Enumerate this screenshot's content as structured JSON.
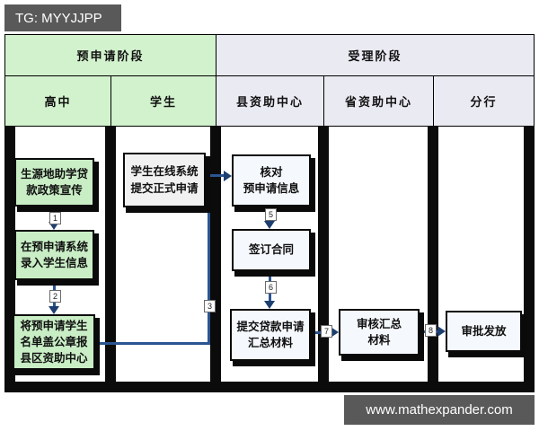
{
  "badge": "TG: MYYJJPP",
  "watermark": "www.mathexpander.com",
  "stages": [
    {
      "label": "预申请阶段",
      "columns": 2,
      "color": "#d2f2cd"
    },
    {
      "label": "受理阶段",
      "columns": 3,
      "color": "#eaeaf3"
    }
  ],
  "lanes": [
    {
      "label": "高中",
      "color": "#d2f2cd"
    },
    {
      "label": "学生",
      "color": "#d2f2cd"
    },
    {
      "label": "县资助中心",
      "color": "#eaeaf3"
    },
    {
      "label": "省资助中心",
      "color": "#eaeaf3"
    },
    {
      "label": "分行",
      "color": "#eaeaf3"
    }
  ],
  "nodes": [
    {
      "id": "policy-promotion",
      "lane": "高中",
      "text": "生源地助学贷\n款政策宣传",
      "fill": "#c9eec5"
    },
    {
      "id": "enter-student-info",
      "lane": "高中",
      "text": "在预申请系统\n录入学生信息",
      "fill": "#c9eec5"
    },
    {
      "id": "report-stamped-list",
      "lane": "高中",
      "text": "将预申请学生\n名单盖公章报\n县区资助中心",
      "fill": "#c9eec5"
    },
    {
      "id": "student-online-apply",
      "lane": "学生",
      "text": "学生在线系统\n提交正式申请",
      "fill": "#f1f1f1"
    },
    {
      "id": "verify-preapplication",
      "lane": "县资助中心",
      "text": "核对\n预申请信息",
      "fill": "#f5f8fc"
    },
    {
      "id": "sign-contract",
      "lane": "县资助中心",
      "text": "签订合同",
      "fill": "#f5f8fc"
    },
    {
      "id": "submit-loan-materials",
      "lane": "县资助中心",
      "text": "提交贷款申请\n汇总材料",
      "fill": "#f5f8fc"
    },
    {
      "id": "review-materials",
      "lane": "省资助中心",
      "text": "审核汇总\n材料",
      "fill": "#f5f8fc"
    },
    {
      "id": "approve-disburse",
      "lane": "分行",
      "text": "审批发放",
      "fill": "#f5f8fc"
    }
  ],
  "connectors": [
    {
      "from": "policy-promotion",
      "to": "enter-student-info",
      "label": "1"
    },
    {
      "from": "enter-student-info",
      "to": "report-stamped-list",
      "label": "2"
    },
    {
      "from": "report-stamped-list",
      "to": "verify-preapplication",
      "label": "3"
    },
    {
      "from": "student-online-apply",
      "to": "verify-preapplication",
      "label": ""
    },
    {
      "from": "verify-preapplication",
      "to": "sign-contract",
      "label": "5"
    },
    {
      "from": "sign-contract",
      "to": "submit-loan-materials",
      "label": "6"
    },
    {
      "from": "submit-loan-materials",
      "to": "review-materials",
      "label": "7"
    },
    {
      "from": "review-materials",
      "to": "approve-disburse",
      "label": "8"
    }
  ],
  "colors": {
    "stage_green": "#d2f2cd",
    "stage_lavender": "#eaeaf3",
    "node_green": "#c9eec5",
    "node_white": "#f5f8fc",
    "connector_blue": "#2a5592",
    "lane_frame_black": "#0b0b0b",
    "badge_gray": "#595959"
  }
}
